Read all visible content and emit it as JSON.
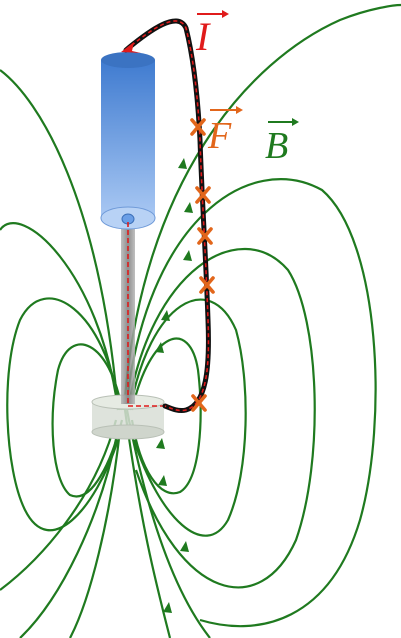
{
  "labels": {
    "current": "I",
    "force": "F",
    "field": "B"
  },
  "colors": {
    "field_lines": "#1f7a1f",
    "current": "#e01b1b",
    "force": "#e2661b",
    "wire": "#111111",
    "magnet": "#4d86d6",
    "magnet_light": "#9cc0f0",
    "rod": "#8a8a8a"
  },
  "icons": {
    "vector_arrow": "overhead-arrow",
    "force_marker": "x-mark"
  }
}
